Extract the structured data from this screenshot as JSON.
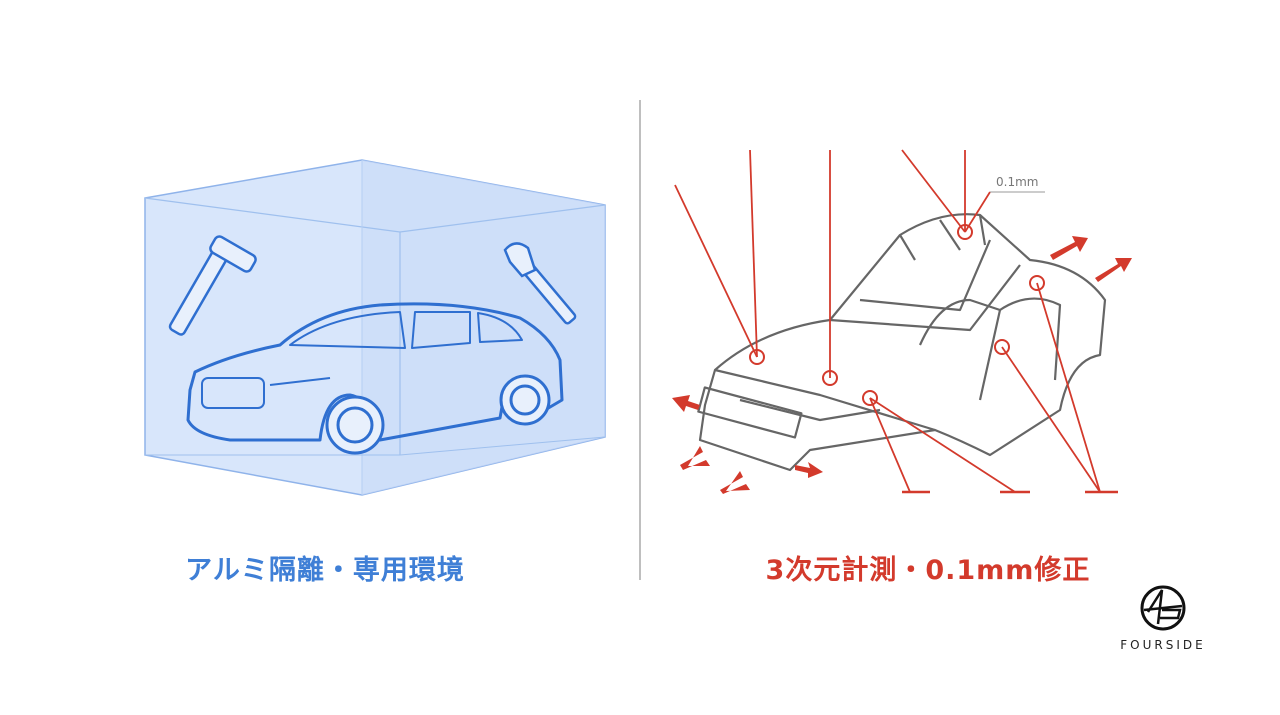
{
  "left_panel": {
    "caption": "アルミ隔離・専用環境",
    "icons": [
      "hammer-icon",
      "wrench-icon"
    ],
    "accent_color": "#3f7fd6"
  },
  "right_panel": {
    "caption": "3次元計測・0.1mm修正",
    "measurement_label": "0.1mm",
    "accent_color": "#d33a2c"
  },
  "logo": {
    "text": "FOURSIDE"
  }
}
